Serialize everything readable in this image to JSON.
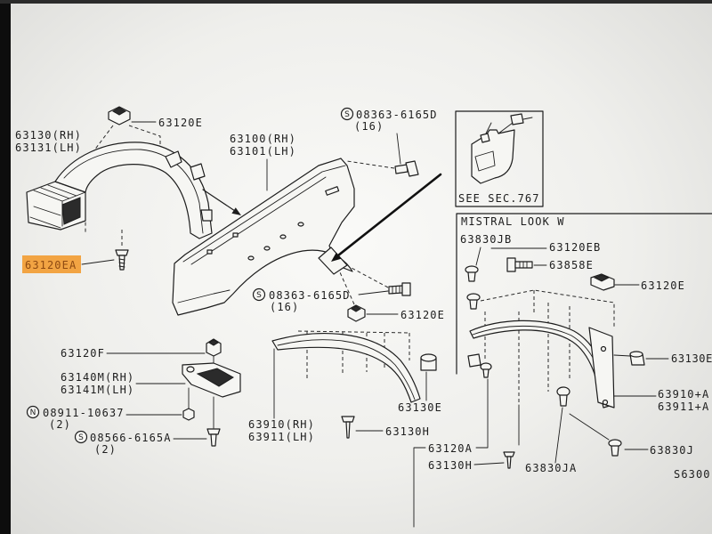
{
  "figure_code": "S6300",
  "colors": {
    "ink": "#1d1d1d",
    "selection_highlight": "#f2a443",
    "screen": "#f4f4f2",
    "bezel": "#0d0d0d"
  },
  "inner_fender": {
    "clip": "63120E",
    "liner_rh": "63130(RH)",
    "liner_lh": "63131(LH)",
    "screw": "63120EA",
    "screw_selected": true
  },
  "fender": {
    "panel_rh": "63100(RH)",
    "panel_lh": "63101(LH)",
    "bolt_upper": {
      "prefix": "S",
      "part": "08363-6165D",
      "qty": "(16)"
    },
    "bolt_lower": {
      "prefix": "S",
      "part": "08363-6165D",
      "qty": "(16)"
    },
    "clip": "63120E"
  },
  "mudflap_ref": "SEE SEC.767",
  "bracket": {
    "clip": "63120F",
    "bracket_rh": "63140M(RH)",
    "bracket_lh": "63141M(LH)",
    "nut": {
      "prefix": "N",
      "part": "08911-10637",
      "qty": "(2)"
    },
    "screw": {
      "prefix": "S",
      "part": "08566-6165A",
      "qty": "(2)"
    }
  },
  "arch_moulding": {
    "moulding_rh": "63910(RH)",
    "moulding_lh": "63911(LH)",
    "clip": "63130E",
    "screw": "63130H"
  },
  "mistral": {
    "title": "MISTRAL LOOK W",
    "rivet_upper": "63830JB",
    "clip_upper": "63120EB",
    "bolt": "63858E",
    "clip_right": "63120E",
    "clip_side": "63130E",
    "moulding_rh": "63910+A",
    "moulding_lh": "63911+A",
    "clip_lower": "63120A",
    "screw": "63130H",
    "rivet_mid": "63830JA",
    "rivet_lower": "63830J"
  }
}
